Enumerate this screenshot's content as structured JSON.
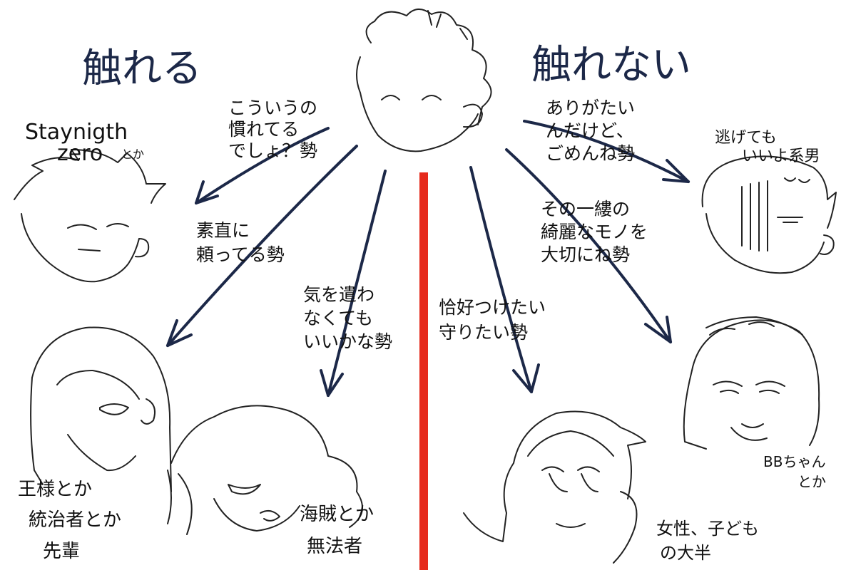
{
  "titles": {
    "left": "触れる",
    "right": "触れない"
  },
  "colors": {
    "divider": "#e62a1c",
    "ink": "#1c2848",
    "sketch": "#222222"
  },
  "left_branches": [
    {
      "lines": [
        "こういうの",
        "慣れてる",
        "でしょ？勢"
      ]
    },
    {
      "lines": [
        "素直に",
        "頼ってる勢"
      ]
    },
    {
      "lines": [
        "気を遣わ",
        "なくても",
        "いいかな勢"
      ]
    }
  ],
  "right_branches": [
    {
      "lines": [
        "ありがたい",
        "んだけど、",
        "ごめんね勢"
      ]
    },
    {
      "lines": [
        "その一縷の",
        "綺麗なモノを",
        "大切にね勢"
      ]
    },
    {
      "lines": [
        "恰好つけたい",
        "守りたい勢"
      ]
    }
  ],
  "character_notes": {
    "top_left": [
      "Staynigth",
      "zero",
      "とか"
    ],
    "bottom_left": [
      "王様とか",
      "統治者とか",
      "先輩"
    ],
    "bottom_mid_left": [
      "海賊とか",
      "無法者"
    ],
    "top_right": [
      "逃げても",
      "いいよ系男"
    ],
    "bottom_right": [
      "BBちゃん",
      "とか"
    ],
    "bottom_mid_right": [
      "女性、子ども",
      "の大半"
    ]
  },
  "icons": {
    "center": "smiling-boy-face-icon",
    "top_left": "grumpy-man-face-icon",
    "bottom_left": "long-haired-man-face-icon",
    "bottom_mid_left": "pirate-face-icon",
    "top_right": "gloomy-man-face-icon",
    "bottom_right": "bb-girl-face-icon",
    "bottom_mid_right": "girl-with-ponytail-face-icon"
  }
}
